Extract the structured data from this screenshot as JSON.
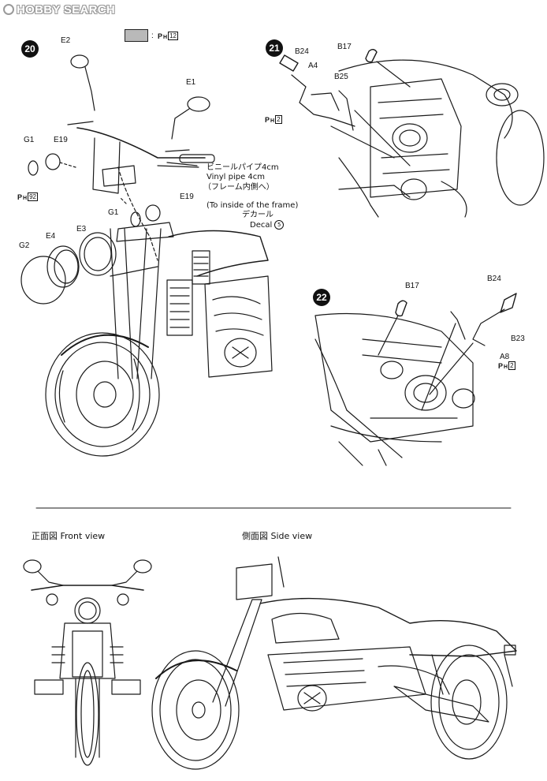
{
  "watermark": {
    "text": "HOBBY SEARCH"
  },
  "paint_key": {
    "ref_prefix": "P",
    "ref_sub": "H",
    "ref_number": "12",
    "colon": ":"
  },
  "steps": {
    "s20": {
      "number": "20"
    },
    "s21": {
      "number": "21"
    },
    "s22": {
      "number": "22"
    }
  },
  "step20": {
    "parts": [
      "E2",
      "E1",
      "G1",
      "E19",
      "G1",
      "E19",
      "G2",
      "E4",
      "E3"
    ],
    "ph_ref": "92",
    "vinyl_jp": "ビニールパイプ4cm",
    "vinyl_en": "Vinyl pipe 4cm",
    "frame_jp": "（フレーム内側へ）",
    "frame_en": "(To inside of the frame)",
    "decal_jp": "デカール",
    "decal_en": "Decal",
    "decal_no": "5"
  },
  "step21": {
    "parts": [
      "B24",
      "A4",
      "B17",
      "B25"
    ],
    "ph_ref": "2"
  },
  "step22": {
    "parts": [
      "B17",
      "B24",
      "B23",
      "A8"
    ],
    "ph_ref": "2"
  },
  "views": {
    "front": "正面図 Front view",
    "side": "側面図 Side view"
  },
  "colors": {
    "swatch": "#b9b9b9",
    "ink": "#111111"
  }
}
